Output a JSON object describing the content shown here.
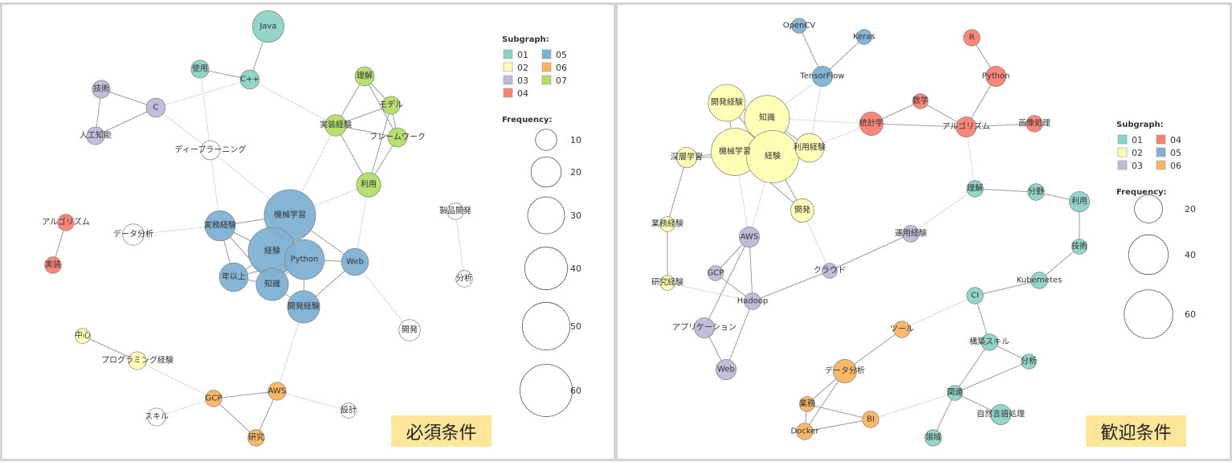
{
  "subgraph_colors": {
    "01": "#8dd3c7",
    "02": "#ffffb3",
    "03": "#bebada",
    "04": "#fb8072",
    "05": "#80b1d3",
    "06": "#fdb462",
    "07": "#b3de69",
    "none": "#ffffff"
  },
  "panels": [
    {
      "title": "必須条件",
      "legend": {
        "subgraph_title": "Subgraph:",
        "subgraphs": [
          "01",
          "05",
          "02",
          "06",
          "03",
          "07",
          "04"
        ],
        "frequency_title": "Frequency:",
        "frequencies": [
          10,
          20,
          30,
          40,
          50,
          60
        ]
      },
      "nodes": [
        {
          "label": "Java",
          "subgraph": "01",
          "frequency": 22
        },
        {
          "label": "使用",
          "subgraph": "01",
          "frequency": 7
        },
        {
          "label": "C++",
          "subgraph": "01",
          "frequency": 8
        },
        {
          "label": "技術",
          "subgraph": "03",
          "frequency": 7
        },
        {
          "label": "C",
          "subgraph": "03",
          "frequency": 8
        },
        {
          "label": "人工知能",
          "subgraph": "03",
          "frequency": 7
        },
        {
          "label": "ディープラーニング",
          "subgraph": "none",
          "frequency": 8
        },
        {
          "label": "理解",
          "subgraph": "07",
          "frequency": 8
        },
        {
          "label": "モデル",
          "subgraph": "07",
          "frequency": 7
        },
        {
          "label": "実装経験",
          "subgraph": "07",
          "frequency": 10
        },
        {
          "label": "フレームワーク",
          "subgraph": "07",
          "frequency": 8
        },
        {
          "label": "利用",
          "subgraph": "07",
          "frequency": 13
        },
        {
          "label": "機械学習",
          "subgraph": "05",
          "frequency": 58
        },
        {
          "label": "実務経験",
          "subgraph": "05",
          "frequency": 20
        },
        {
          "label": "経験",
          "subgraph": "05",
          "frequency": 51
        },
        {
          "label": "Python",
          "subgraph": "05",
          "frequency": 35
        },
        {
          "label": "Web",
          "subgraph": "05",
          "frequency": 16
        },
        {
          "label": "年以上",
          "subgraph": "05",
          "frequency": 18
        },
        {
          "label": "知識",
          "subgraph": "05",
          "frequency": 23
        },
        {
          "label": "開発経験",
          "subgraph": "05",
          "frequency": 23
        },
        {
          "label": "アルゴリズム",
          "subgraph": "04",
          "frequency": 6
        },
        {
          "label": "実装",
          "subgraph": "04",
          "frequency": 6
        },
        {
          "label": "データ分析",
          "subgraph": "none",
          "frequency": 10
        },
        {
          "label": "製品開発",
          "subgraph": "none",
          "frequency": 6
        },
        {
          "label": "分析",
          "subgraph": "none",
          "frequency": 6
        },
        {
          "label": "開発",
          "subgraph": "none",
          "frequency": 10
        },
        {
          "label": "中心",
          "subgraph": "02",
          "frequency": 5
        },
        {
          "label": "プログラミング経験",
          "subgraph": "02",
          "frequency": 7
        },
        {
          "label": "GCP",
          "subgraph": "06",
          "frequency": 6
        },
        {
          "label": "AWS",
          "subgraph": "06",
          "frequency": 7
        },
        {
          "label": "設計",
          "subgraph": "none",
          "frequency": 5
        },
        {
          "label": "スキル",
          "subgraph": "none",
          "frequency": 7
        },
        {
          "label": "研究",
          "subgraph": "06",
          "frequency": 6
        }
      ],
      "edges": [
        [
          "Java",
          "C++",
          "s"
        ],
        [
          "使用",
          "C++",
          "s"
        ],
        [
          "C",
          "C++",
          "w"
        ],
        [
          "技術",
          "C",
          "s"
        ],
        [
          "技術",
          "人工知能",
          "s"
        ],
        [
          "人工知能",
          "C",
          "s"
        ],
        [
          "C",
          "ディープラーニング",
          "w"
        ],
        [
          "使用",
          "ディープラーニング",
          "w"
        ],
        [
          "ディープラーニング",
          "実務経験",
          "w"
        ],
        [
          "ディープラーニング",
          "機械学習",
          "w"
        ],
        [
          "C++",
          "実装経験",
          "w"
        ],
        [
          "理解",
          "実装経験",
          "s"
        ],
        [
          "理解",
          "モデル",
          "s"
        ],
        [
          "理解",
          "フレームワーク",
          "s"
        ],
        [
          "実装経験",
          "モデル",
          "s"
        ],
        [
          "実装経験",
          "フレームワーク",
          "s"
        ],
        [
          "モデル",
          "フレームワーク",
          "s"
        ],
        [
          "モデル",
          "利用",
          "s"
        ],
        [
          "実装経験",
          "利用",
          "s"
        ],
        [
          "フレームワーク",
          "利用",
          "s"
        ],
        [
          "実装経験",
          "機械学習",
          "w"
        ],
        [
          "利用",
          "機械学習",
          "w"
        ],
        [
          "利用",
          "Web",
          "w"
        ],
        [
          "実務経験",
          "機械学習",
          "s"
        ],
        [
          "実務経験",
          "経験",
          "s"
        ],
        [
          "実務経験",
          "年以上",
          "s"
        ],
        [
          "実務経験",
          "知識",
          "s"
        ],
        [
          "機械学習",
          "Web",
          "s"
        ],
        [
          "経験",
          "Python",
          "s"
        ],
        [
          "経験",
          "年以上",
          "s"
        ],
        [
          "経験",
          "知識",
          "s"
        ],
        [
          "Python",
          "Web",
          "s"
        ],
        [
          "Python",
          "知識",
          "s"
        ],
        [
          "Python",
          "開発経験",
          "s"
        ],
        [
          "Web",
          "開発経験",
          "s"
        ],
        [
          "Web",
          "開発",
          "w"
        ],
        [
          "年以上",
          "知識",
          "s"
        ],
        [
          "知識",
          "開発経験",
          "s"
        ],
        [
          "年以上",
          "Python",
          "s"
        ],
        [
          "データ分析",
          "実務経験",
          "w"
        ],
        [
          "アルゴリズム",
          "実装",
          "s"
        ],
        [
          "製品開発",
          "分析",
          "w"
        ],
        [
          "開発経験",
          "AWS",
          "w"
        ],
        [
          "中心",
          "プログラミング経験",
          "s"
        ],
        [
          "プログラミング経験",
          "GCP",
          "w"
        ],
        [
          "GCP",
          "AWS",
          "s"
        ],
        [
          "GCP",
          "スキル",
          "w"
        ],
        [
          "GCP",
          "研究",
          "s"
        ],
        [
          "AWS",
          "研究",
          "s"
        ],
        [
          "AWS",
          "設計",
          "w"
        ]
      ]
    },
    {
      "title": "歓迎条件",
      "legend": {
        "subgraph_title": "Subgraph:",
        "subgraphs": [
          "01",
          "04",
          "02",
          "05",
          "03",
          "06"
        ],
        "frequency_title": "Frequency:",
        "frequencies": [
          20,
          40,
          60
        ]
      },
      "nodes": [
        {
          "label": "OpenCV",
          "subgraph": "05",
          "frequency": 5
        },
        {
          "label": "Keras",
          "subgraph": "05",
          "frequency": 5
        },
        {
          "label": "TensorFlow",
          "subgraph": "05",
          "frequency": 9
        },
        {
          "label": "R",
          "subgraph": "04",
          "frequency": 6
        },
        {
          "label": "Python",
          "subgraph": "04",
          "frequency": 9
        },
        {
          "label": "数学",
          "subgraph": "04",
          "frequency": 5
        },
        {
          "label": "統計学",
          "subgraph": "04",
          "frequency": 12
        },
        {
          "label": "アルゴリズム",
          "subgraph": "04",
          "frequency": 9
        },
        {
          "label": "画像処理",
          "subgraph": "04",
          "frequency": 6
        },
        {
          "label": "開発経験",
          "subgraph": "02",
          "frequency": 30
        },
        {
          "label": "知識",
          "subgraph": "02",
          "frequency": 45
        },
        {
          "label": "機械学習",
          "subgraph": "02",
          "frequency": 49
        },
        {
          "label": "経験",
          "subgraph": "02",
          "frequency": 60
        },
        {
          "label": "利用経験",
          "subgraph": "02",
          "frequency": 18
        },
        {
          "label": "深層学習",
          "subgraph": "02",
          "frequency": 9
        },
        {
          "label": "開発",
          "subgraph": "02",
          "frequency": 12
        },
        {
          "label": "業務経験",
          "subgraph": "02",
          "frequency": 5
        },
        {
          "label": "研究経験",
          "subgraph": "02",
          "frequency": 5
        },
        {
          "label": "AWS",
          "subgraph": "03",
          "frequency": 9
        },
        {
          "label": "GCP",
          "subgraph": "03",
          "frequency": 5
        },
        {
          "label": "Hadoop",
          "subgraph": "03",
          "frequency": 6
        },
        {
          "label": "クラウド",
          "subgraph": "03",
          "frequency": 5
        },
        {
          "label": "運用経験",
          "subgraph": "03",
          "frequency": 6
        },
        {
          "label": "アプリケーション",
          "subgraph": "03",
          "frequency": 9
        },
        {
          "label": "Web",
          "subgraph": "03",
          "frequency": 9
        },
        {
          "label": "理解",
          "subgraph": "01",
          "frequency": 6
        },
        {
          "label": "分野",
          "subgraph": "01",
          "frequency": 6
        },
        {
          "label": "利用",
          "subgraph": "01",
          "frequency": 9
        },
        {
          "label": "技術",
          "subgraph": "01",
          "frequency": 5
        },
        {
          "label": "Kubernetes",
          "subgraph": "01",
          "frequency": 6
        },
        {
          "label": "CI",
          "subgraph": "01",
          "frequency": 6
        },
        {
          "label": "構築スキル",
          "subgraph": "01",
          "frequency": 6
        },
        {
          "label": "分析",
          "subgraph": "01",
          "frequency": 5
        },
        {
          "label": "関連",
          "subgraph": "01",
          "frequency": 5
        },
        {
          "label": "自然言語処理",
          "subgraph": "01",
          "frequency": 9
        },
        {
          "label": "領域",
          "subgraph": "01",
          "frequency": 6
        },
        {
          "label": "ツール",
          "subgraph": "06",
          "frequency": 6
        },
        {
          "label": "データ分析",
          "subgraph": "06",
          "frequency": 12
        },
        {
          "label": "業務",
          "subgraph": "06",
          "frequency": 5
        },
        {
          "label": "BI",
          "subgraph": "06",
          "frequency": 6
        },
        {
          "label": "Docker",
          "subgraph": "06",
          "frequency": 6
        }
      ],
      "edges": [
        [
          "OpenCV",
          "TensorFlow",
          "s"
        ],
        [
          "Keras",
          "TensorFlow",
          "s"
        ],
        [
          "TensorFlow",
          "知識",
          "w"
        ],
        [
          "TensorFlow",
          "利用経験",
          "w"
        ],
        [
          "R",
          "Python",
          "s"
        ],
        [
          "Python",
          "アルゴリズム",
          "s"
        ],
        [
          "数学",
          "統計学",
          "s"
        ],
        [
          "数学",
          "アルゴリズム",
          "s"
        ],
        [
          "統計学",
          "アルゴリズム",
          "s"
        ],
        [
          "アルゴリズム",
          "画像処理",
          "s"
        ],
        [
          "知識",
          "統計学",
          "w"
        ],
        [
          "利用経験",
          "統計学",
          "w"
        ],
        [
          "アルゴリズム",
          "理解",
          "w"
        ],
        [
          "開発経験",
          "機械学習",
          "s"
        ],
        [
          "開発経験",
          "知識",
          "s"
        ],
        [
          "開発経験",
          "経験",
          "s"
        ],
        [
          "知識",
          "機械学習",
          "s"
        ],
        [
          "知識",
          "経験",
          "s"
        ],
        [
          "知識",
          "利用経験",
          "s"
        ],
        [
          "機械学習",
          "経験",
          "s"
        ],
        [
          "機械学習",
          "深層学習",
          "s"
        ],
        [
          "深層学習",
          "経験",
          "s"
        ],
        [
          "経験",
          "利用経験",
          "s"
        ],
        [
          "経験",
          "開発",
          "s"
        ],
        [
          "機械学習",
          "開発",
          "s"
        ],
        [
          "経験",
          "AWS",
          "w"
        ],
        [
          "機械学習",
          "AWS",
          "w"
        ],
        [
          "深層学習",
          "業務経験",
          "s"
        ],
        [
          "業務経験",
          "研究経験",
          "s"
        ],
        [
          "研究経験",
          "Hadoop",
          "w"
        ],
        [
          "AWS",
          "GCP",
          "s"
        ],
        [
          "AWS",
          "Hadoop",
          "s"
        ],
        [
          "AWS",
          "アプリケーション",
          "s"
        ],
        [
          "GCP",
          "Hadoop",
          "s"
        ],
        [
          "Hadoop",
          "Web",
          "s"
        ],
        [
          "アプリケーション",
          "Web",
          "s"
        ],
        [
          "Hadoop",
          "クラウド",
          "s"
        ],
        [
          "クラウド",
          "運用経験",
          "s"
        ],
        [
          "開発",
          "クラウド",
          "w"
        ],
        [
          "運用経験",
          "理解",
          "w"
        ],
        [
          "理解",
          "分野",
          "s"
        ],
        [
          "分野",
          "利用",
          "s"
        ],
        [
          "利用",
          "技術",
          "s"
        ],
        [
          "技術",
          "Kubernetes",
          "s"
        ],
        [
          "Kubernetes",
          "CI",
          "s"
        ],
        [
          "CI",
          "ツール",
          "w"
        ],
        [
          "CI",
          "構築スキル",
          "s"
        ],
        [
          "構築スキル",
          "分析",
          "s"
        ],
        [
          "構築スキル",
          "関連",
          "s"
        ],
        [
          "分析",
          "関連",
          "s"
        ],
        [
          "関連",
          "自然言語処理",
          "s"
        ],
        [
          "関連",
          "領域",
          "s"
        ],
        [
          "関連",
          "BI",
          "w"
        ],
        [
          "ツール",
          "データ分析",
          "s"
        ],
        [
          "データ分析",
          "業務",
          "s"
        ],
        [
          "データ分析",
          "Docker",
          "s"
        ],
        [
          "業務",
          "BI",
          "s"
        ],
        [
          "業務",
          "Docker",
          "s"
        ],
        [
          "Docker",
          "BI",
          "s"
        ]
      ]
    }
  ]
}
